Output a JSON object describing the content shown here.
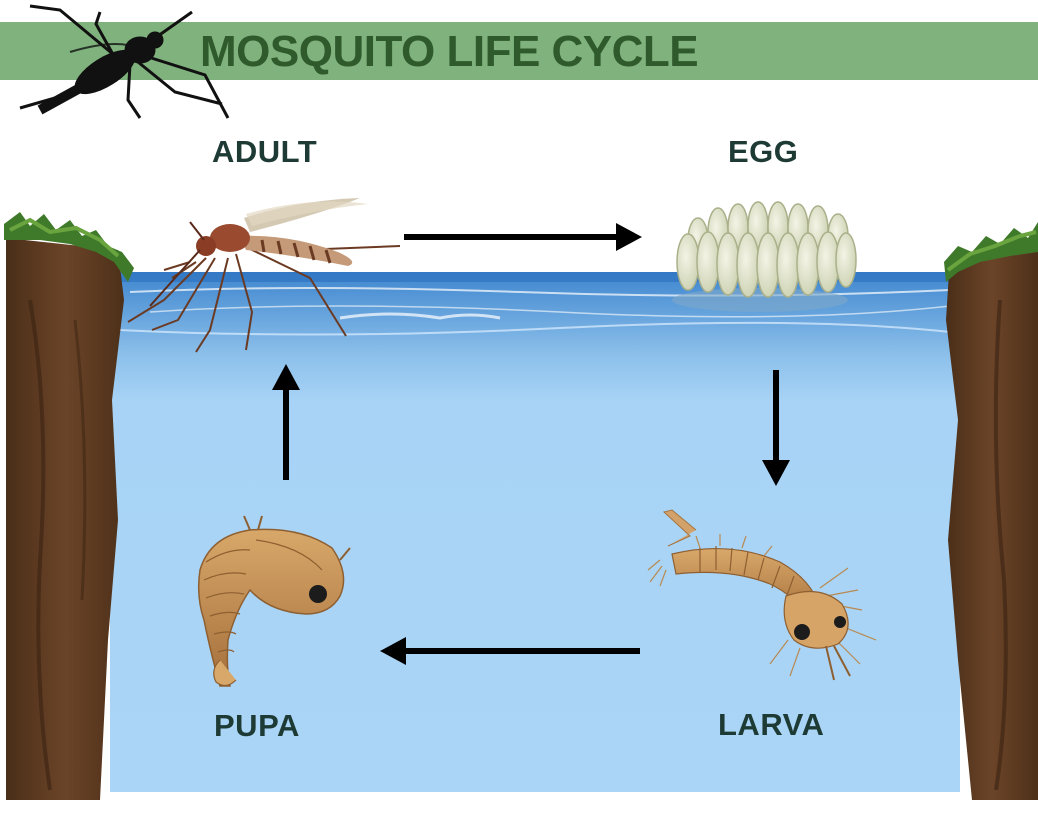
{
  "title": "MOSQUITO LIFE CYCLE",
  "stages": {
    "adult": "ADULT",
    "egg": "EGG",
    "larva": "LARVA",
    "pupa": "PUPA"
  },
  "cycle_order": [
    "ADULT",
    "EGG",
    "LARVA",
    "PUPA"
  ],
  "colors": {
    "banner": "#7fb27c",
    "title_text": "#2f5a2c",
    "label_text": "#1e3a34",
    "water": "#a9d4f5",
    "water_surface": "#4f95d6",
    "cliff": "#5a3a22",
    "grass": "#3f7a2a",
    "arrow": "#000000"
  },
  "icons": [
    "mosquito-silhouette-icon",
    "adult-mosquito",
    "egg-raft",
    "larva",
    "pupa"
  ]
}
